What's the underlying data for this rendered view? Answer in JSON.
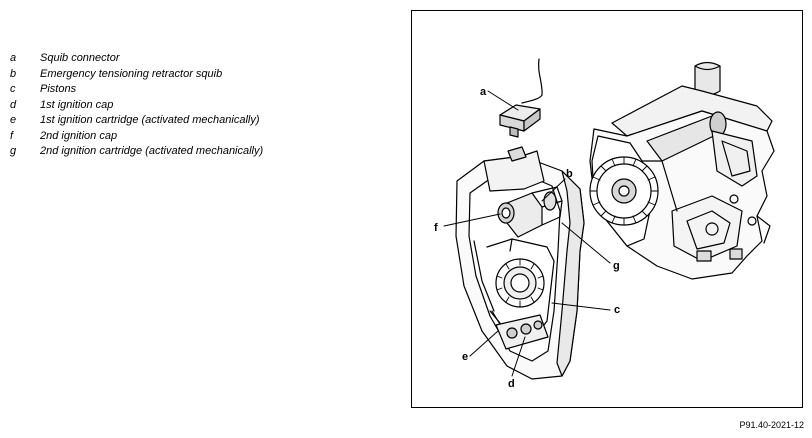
{
  "legend": [
    {
      "key": "a",
      "text": "Squib connector"
    },
    {
      "key": "b",
      "text": "Emergency tensioning retractor squib"
    },
    {
      "key": "c",
      "text": "Pistons"
    },
    {
      "key": "d",
      "text": "1st ignition cap"
    },
    {
      "key": "e",
      "text": "1st ignition cartridge (activated mechanically)"
    },
    {
      "key": "f",
      "text": "2nd ignition cap"
    },
    {
      "key": "g",
      "text": "2nd ignition cartridge (activated mechanically)"
    }
  ],
  "callouts": {
    "a": "a",
    "b": "b",
    "c": "c",
    "d": "d",
    "e": "e",
    "f": "f",
    "g": "g"
  },
  "figure_code": "P91.40-2021-12"
}
